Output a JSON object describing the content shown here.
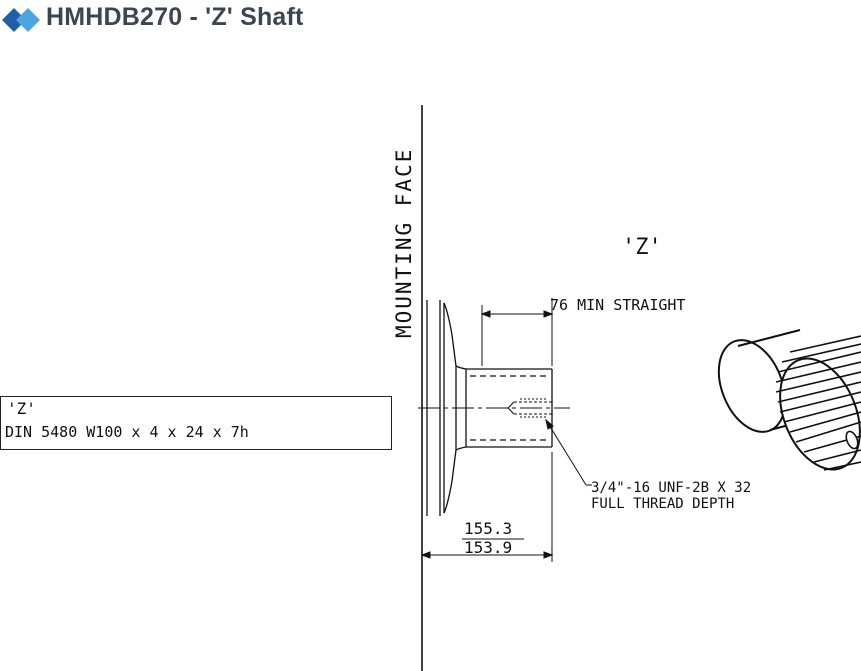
{
  "header": {
    "title": "HMHDB270 - 'Z' Shaft",
    "logo_colors": [
      "#1f5fa8",
      "#4aa6e0"
    ]
  },
  "spec_box": {
    "code": "'Z'",
    "spline_spec": "DIN 5480 W100 x 4 x 24 x 7h"
  },
  "drawing": {
    "mounting_face_label": "MOUNTING FACE",
    "view_label": "'Z'",
    "straight_dim_label": "76 MIN STRAIGHT",
    "thread_label_line1": "3/4\"-16 UNF-2B X 32",
    "thread_label_line2": "FULL THREAD DEPTH",
    "length_max": "155.3",
    "length_min": "153.9"
  }
}
